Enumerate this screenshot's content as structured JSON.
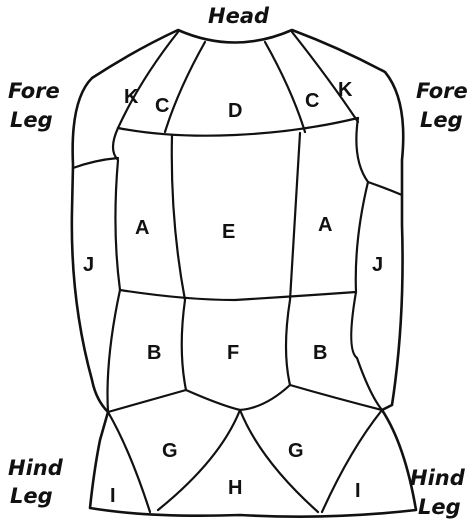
{
  "labels": {
    "head": "Head",
    "fore_leg_left": [
      "Fore",
      "Leg"
    ],
    "fore_leg_right": [
      "Fore",
      "Leg"
    ],
    "hind_leg_left": [
      "Hind",
      "Leg"
    ],
    "hind_leg_right": [
      "Hind",
      "Leg"
    ]
  },
  "regions": {
    "k_left": "K",
    "k_right": "K",
    "c_left": "C",
    "c_right": "C",
    "d": "D",
    "a_left": "A",
    "a_right": "A",
    "e": "E",
    "j_left": "J",
    "j_right": "J",
    "b_left": "B",
    "b_right": "B",
    "f": "F",
    "g_left": "G",
    "g_right": "G",
    "h": "H",
    "i_left": "I",
    "i_right": "I"
  }
}
